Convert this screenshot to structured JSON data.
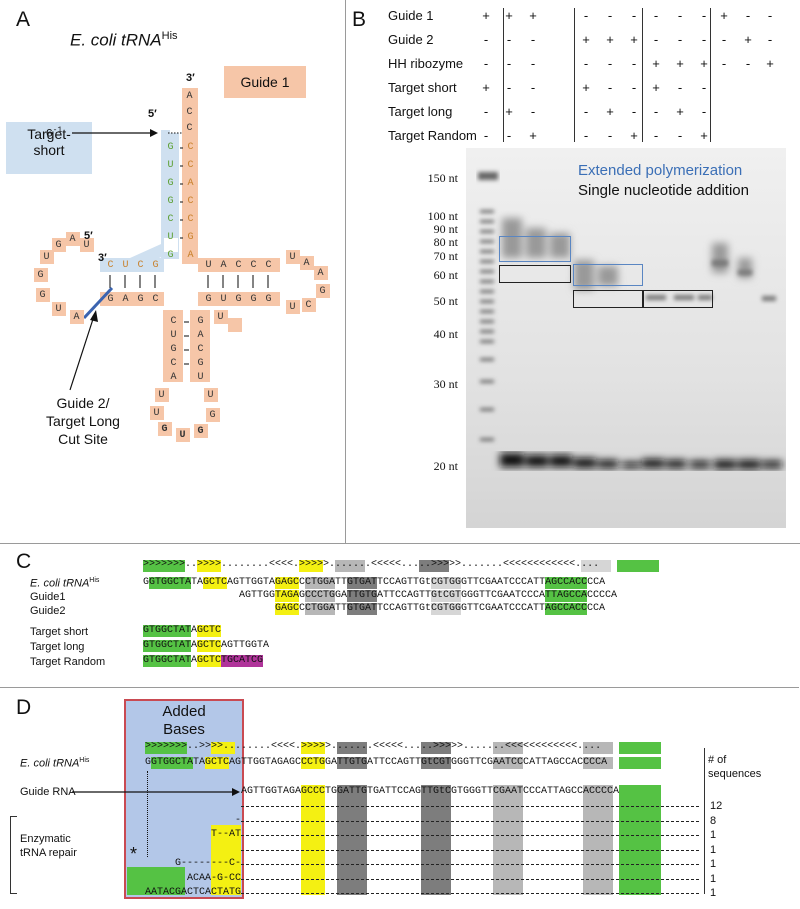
{
  "panels": {
    "a": "A",
    "b": "B",
    "c": "C",
    "d": "D"
  },
  "panel_a": {
    "title_main": "E. coli tRNA",
    "title_sup": "His",
    "guide1": "Guide 1",
    "target_short": "Target-\nshort",
    "g_minus1": "G",
    "g_minus1_sup": "-1",
    "five_prime_top": "5′",
    "three_prime_top": "3′",
    "five_prime_left": "5′",
    "three_prime_left": "3′",
    "cut_site": "Guide 2/\nTarget Long\nCut Site",
    "acceptor_top": [
      "A",
      "C",
      "C"
    ],
    "acceptor_left_col": [
      "G",
      "U",
      "G",
      "G",
      "C",
      "U",
      "G"
    ],
    "acceptor_right_col": [
      "C",
      "C",
      "A",
      "C",
      "C",
      "G",
      "A"
    ],
    "d_arm_top": [
      "C",
      "U",
      "C",
      "G"
    ],
    "d_arm_bottom": [
      "G",
      "A",
      "G",
      "C"
    ],
    "d_loop": [
      "U",
      "G",
      "A",
      "U",
      "G",
      "G",
      "U",
      "A"
    ],
    "t_arm_top": [
      "U",
      "A",
      "C",
      "C",
      "C"
    ],
    "t_arm_bottom": [
      "G",
      "U",
      "G",
      "G",
      "G"
    ],
    "t_loop": [
      "U",
      "A",
      "A",
      "G",
      "C",
      "U",
      "U"
    ],
    "anti_left": [
      "C",
      "U",
      "G",
      "C",
      "A"
    ],
    "anti_right": [
      "G",
      "A",
      "C",
      "G",
      "U"
    ],
    "anti_loop": [
      "U",
      "U",
      "G",
      "U",
      "G",
      "G",
      "U"
    ]
  },
  "panel_b": {
    "rows": [
      {
        "label": "Guide 1",
        "signs": [
          "+",
          "+",
          "+",
          "-",
          "-",
          "-",
          "-",
          "-",
          "-",
          "+",
          "-",
          "-"
        ]
      },
      {
        "label": "Guide 2",
        "signs": [
          "-",
          "-",
          "-",
          "+",
          "+",
          "+",
          "-",
          "-",
          "-",
          "-",
          "+",
          "-"
        ]
      },
      {
        "label": "HH ribozyme",
        "signs": [
          "-",
          "-",
          "-",
          "-",
          "-",
          "-",
          "+",
          "+",
          "+",
          "-",
          "-",
          "+"
        ]
      },
      {
        "label": "Target short",
        "signs": [
          "+",
          "-",
          "-",
          "+",
          "-",
          "-",
          "+",
          "-",
          "-"
        ]
      },
      {
        "label": "Target long",
        "signs": [
          "-",
          "+",
          "-",
          "-",
          "+",
          "-",
          "-",
          "+",
          "-"
        ]
      },
      {
        "label": "Target Random",
        "signs": [
          "-",
          "-",
          "+",
          "-",
          "-",
          "+",
          "-",
          "-",
          "+"
        ]
      }
    ],
    "markers": [
      "150 nt",
      "100 nt",
      "90 nt",
      "80 nt",
      "70 nt",
      "60 nt",
      "50 nt",
      "40 nt",
      "30 nt",
      "20 nt"
    ],
    "legend_blue": "Extended polymerization",
    "legend_black": "Single nucleotide addition"
  },
  "panel_c": {
    "structure": ">>>>>>>..>>>>........<<<<.>>>>>.......<<<<<.....>>>>>.......<<<<<<<<<<<<....",
    "labels": {
      "ecoli": "E. coli tRNA",
      "ecoli_sup": "His",
      "guide1": "Guide1",
      "guide2": "Guide2",
      "short": "Target short",
      "long": "Target long",
      "random": "Target Random"
    },
    "seq_ecoli": "GGTGGCTATAGCTCAGTTGGTAGAGCCCTGGATTGTGATTCCAGTTGtCGTGGGTTCGAATCCCATTAGCCACCCCA",
    "seq_guide1": "AGTTGGTAGAGCCCTGGATTGTGATTCCAGTTGtCGTGGGTTCGAATCCCATTAGCCACCCCA",
    "seq_guide2": "GAGCCCTGGATTGTGATTCCAGTTGtCGTGGGTTCGAATCCCATTAGCCACCCCA",
    "seq_short": "GTGGCTATAGCTC",
    "seq_long": "GTGGCTATAGCTCAGTTGGTA",
    "seq_random": "GTGGCTATAGCTCTGCATCG"
  },
  "panel_d": {
    "added_bases": "Added\nBases",
    "structure": ">>>>>>>..>>>>........<<<<.>>>>>.......<<<<<.....>>>>>.......<<<<<<<<<<<<....",
    "ecoli_label": "E. coli tRNA",
    "ecoli_sup": "His",
    "guide_rna": "Guide RNA",
    "enzymatic": "Enzymatic\ntRNA repair",
    "num_seq_header": "# of\nsequences",
    "seq_ecoli": "GGTGGCTATAGCTCAGTTGGTAGAGCCCTGGATTGTGATTCCAGTTGtCGTGGGTTCGAATCCCATTAGCCACCCCA",
    "seq_guide": "AGTTGGTAGAGCCCTGGATTGTGATTCCAGTTGtCGTGGGTTCGAATCCCATTAGCCACCCCA",
    "repair_rows": [
      {
        "prefix": "",
        "count": "12"
      },
      {
        "prefix": "-",
        "count": "8"
      },
      {
        "prefix": "T--AT",
        "count": "1"
      },
      {
        "prefix": "",
        "count": "1"
      },
      {
        "prefix": "G--------C-",
        "count": "1"
      },
      {
        "prefix": "ACAA-G-CC",
        "count": "1"
      },
      {
        "prefix": "AATACGACTCACTATG",
        "count": "1"
      }
    ],
    "asterisk": "*"
  }
}
